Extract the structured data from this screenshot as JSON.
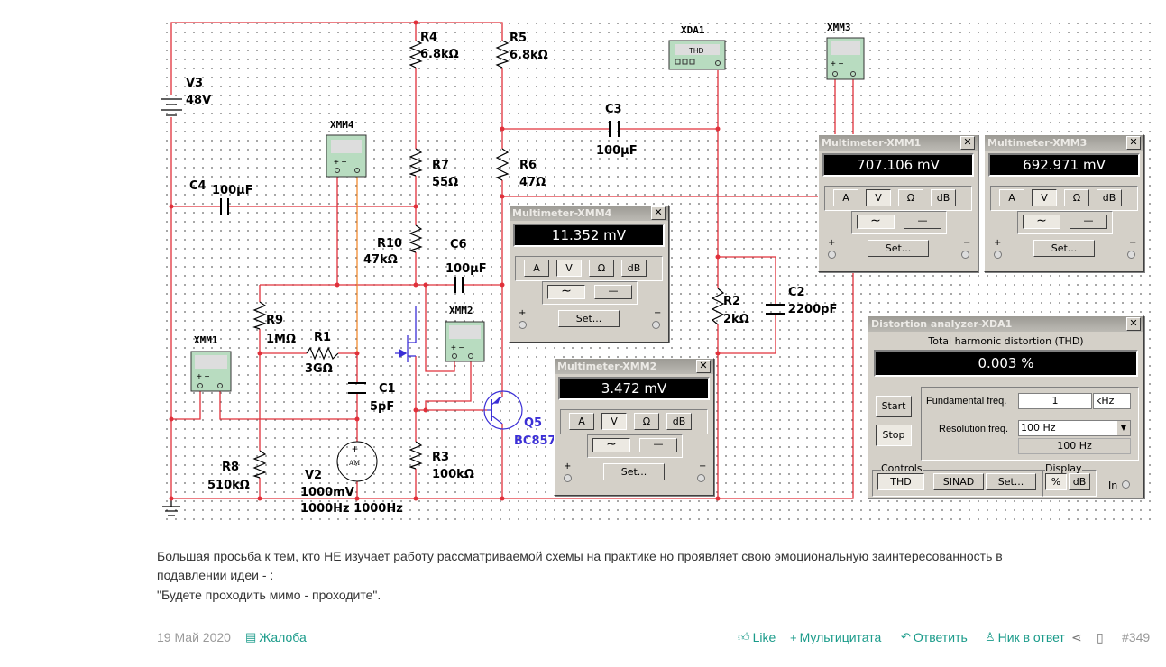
{
  "schematic": {
    "components": {
      "V3": {
        "name": "V3",
        "value": "48V"
      },
      "R4": {
        "name": "R4",
        "value": "6.8kΩ"
      },
      "R5": {
        "name": "R5",
        "value": "6.8kΩ"
      },
      "R7": {
        "name": "R7",
        "value": "55Ω"
      },
      "R6": {
        "name": "R6",
        "value": "47Ω"
      },
      "C4": {
        "name": "C4",
        "value": "100µF"
      },
      "C3": {
        "name": "C3",
        "value": "100µF"
      },
      "R10": {
        "name": "R10",
        "value": "47kΩ"
      },
      "C6": {
        "name": "C6",
        "value": "100µF"
      },
      "R9": {
        "name": "R9",
        "value": "1MΩ"
      },
      "R1": {
        "name": "R1",
        "value": "3GΩ"
      },
      "C1": {
        "name": "C1",
        "value": "5pF"
      },
      "R8": {
        "name": "R8",
        "value": "510kΩ"
      },
      "V2": {
        "name": "V2",
        "value": "1000mV",
        "value2": "1000Hz 1000Hz",
        "symbol": "AM"
      },
      "R3": {
        "name": "R3",
        "value": "100kΩ"
      },
      "Q5": {
        "name": "Q5",
        "value": "BC857"
      },
      "R2": {
        "name": "R2",
        "value": "2kΩ"
      },
      "C2": {
        "name": "C2",
        "value": "2200pF"
      }
    },
    "instruments": {
      "XMM1": "XMM1",
      "XMM2": "XMM2",
      "XMM3": "XMM3",
      "XMM4": "XMM4",
      "XDA1": "XDA1",
      "XDA1_face": "THD"
    },
    "wire_color": "#e0303a",
    "probe_color": "#f08a30",
    "transistor_color": "#3b2fd6"
  },
  "meters": [
    {
      "id": "xmm4",
      "title": "Multimeter-XMM4",
      "reading": "11.352 mV"
    },
    {
      "id": "xmm2",
      "title": "Multimeter-XMM2",
      "reading": "3.472 mV"
    },
    {
      "id": "xmm1",
      "title": "Multimeter-XMM1",
      "reading": "707.106 mV"
    },
    {
      "id": "xmm3",
      "title": "Multimeter-XMM3",
      "reading": "692.971 mV"
    }
  ],
  "meter_ui": {
    "btn_a": "A",
    "btn_v": "V",
    "btn_ohm": "Ω",
    "btn_db": "dB",
    "set": "Set...",
    "plus": "+",
    "minus": "−",
    "close": "✕",
    "selected_mode": "V",
    "selected_signal": "AC"
  },
  "distortion": {
    "title": "Distortion analyzer-XDA1",
    "heading": "Total harmonic distortion (THD)",
    "reading": "0.003 %",
    "start": "Start",
    "stop": "Stop",
    "fund_label": "Fundamental freq.",
    "fund_value": "1",
    "fund_unit": "kHz",
    "res_label": "Resolution freq.",
    "res_value": "100 Hz",
    "res_display": "100 Hz",
    "controls_label": "Controls",
    "thd": "THD",
    "sinad": "SINAD",
    "set": "Set...",
    "display_label": "Display",
    "pct": "%",
    "db": "dB",
    "in": "In"
  },
  "post": {
    "lines": [
      "Большая просьба к тем, кто НЕ изучает работу рассматриваемой схемы на практике но проявляет свою эмоциональную заинтересованность в",
      "подавлении идеи - :",
      "\"Будете проходить мимо - проходите\"."
    ],
    "date": "19 Май 2020",
    "complaint": "Жалоба",
    "like": "Like",
    "multiquote": "Мультицитата",
    "reply": "Ответить",
    "nick": "Ник в ответ",
    "number": "#349",
    "accent": "#1a9b8a"
  }
}
